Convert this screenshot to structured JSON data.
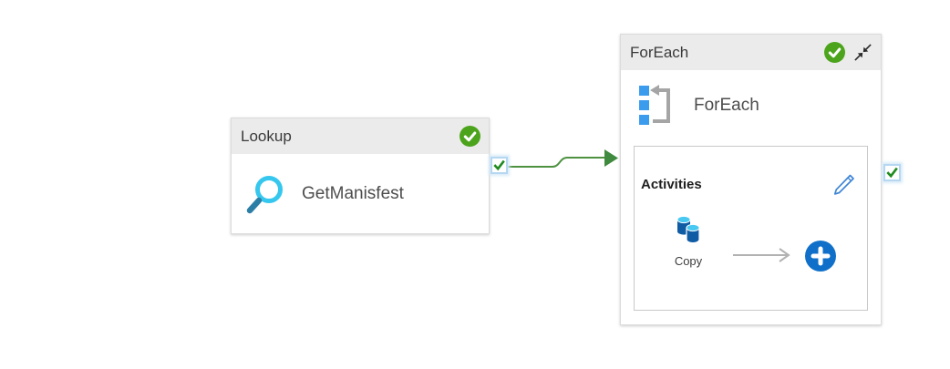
{
  "canvas": {
    "background": "#ffffff"
  },
  "colors": {
    "node_header_bg": "#ebebeb",
    "status_green": "#4ca41c",
    "connector_green": "#4e9141",
    "port_check_green": "#1f8b1f",
    "accent_blue": "#1070c9",
    "foreach_icon_blue": "#3b9ced",
    "copy_db_blue": "#0f5ba4",
    "copy_db_cyan": "#49c8f1",
    "magnifier_cyan": "#35c7ee",
    "pencil_blue": "#3e85d6"
  },
  "icons": {
    "lookup_activity": "magnifier-icon",
    "foreach_activity": "loop-squares-icon",
    "copy_activity": "database-copy-icon",
    "status": "check-circle-icon",
    "collapse": "collapse-diagonal-arrows-icon",
    "edit": "pencil-icon",
    "add": "plus-icon",
    "port": "checkbox-checkmark-icon",
    "flow": "right-arrow-icon"
  },
  "lookup_node": {
    "header_label": "Lookup",
    "activity_name": "GetManisfest",
    "status": "succeeded",
    "output_port_checked": true
  },
  "foreach_node": {
    "header_label": "ForEach",
    "activity_name": "ForEach",
    "status": "succeeded",
    "output_port_checked": true,
    "activities_panel": {
      "title": "Activities",
      "items": [
        {
          "name": "Copy"
        }
      ]
    }
  }
}
